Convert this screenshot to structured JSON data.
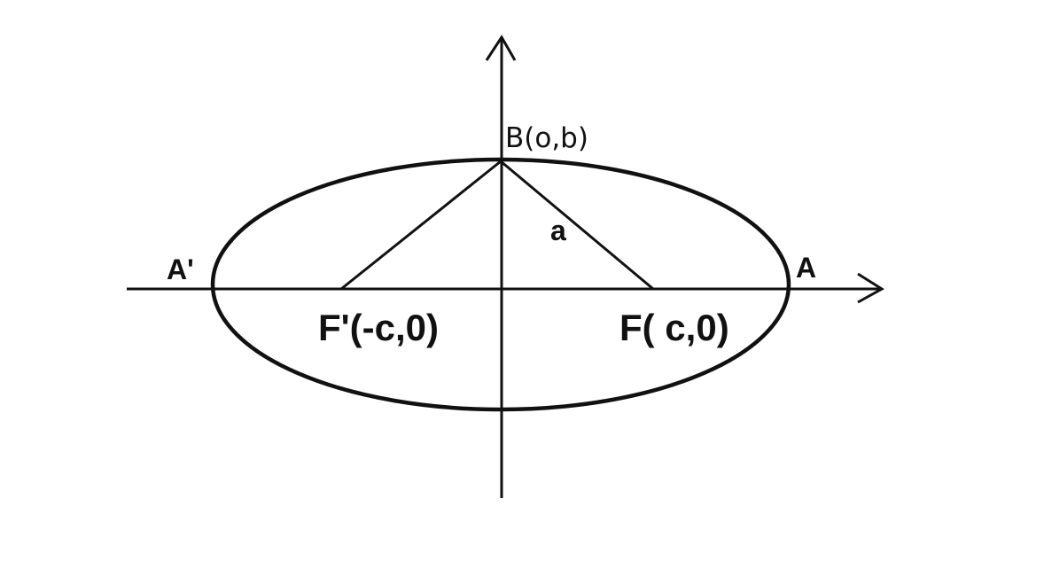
{
  "labels": {
    "vertex_left": "A'",
    "vertex_right": "A",
    "co_vertex_top": "B(o,b)",
    "focus_left": "F'(-c,0)",
    "focus_right": "F( c,0)",
    "semi_major_label": "a"
  },
  "colors": {
    "stroke": "#111111",
    "background": "#ffffff"
  }
}
